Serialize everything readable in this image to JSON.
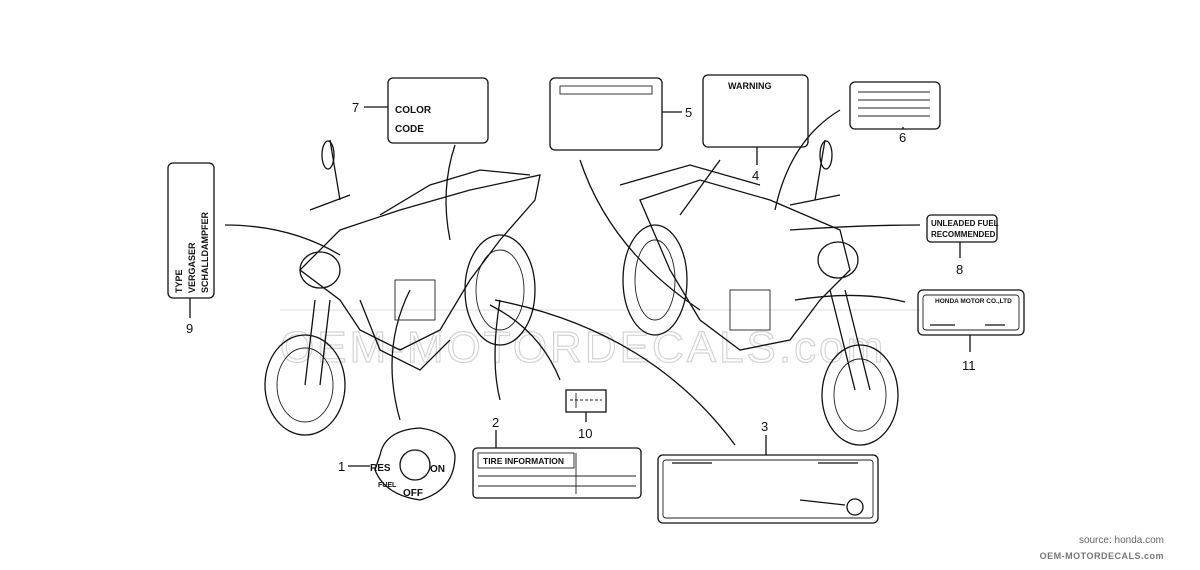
{
  "watermark": "OEM-MOTORDECALS.com",
  "source": "source: honda.com",
  "footer_brand": "OEM-MOTORDECALS.com",
  "callouts": {
    "n1": "1",
    "n2": "2",
    "n3": "3",
    "n4": "4",
    "n5": "5",
    "n6": "6",
    "n7": "7",
    "n8": "8",
    "n9": "9",
    "n10": "10",
    "n11": "11"
  },
  "labels": {
    "fuel_knob": {
      "res": "RES",
      "on": "ON",
      "fuel": "FUEL",
      "off": "OFF"
    },
    "tire": {
      "title": "TIRE INFORMATION"
    },
    "color": {
      "line1": "COLOR",
      "line2": "CODE"
    },
    "type": {
      "line1": "TYPE",
      "line2": "VERGASER",
      "line3": "SCHALLDAMPFER"
    },
    "warning": {
      "title": "WARNING"
    },
    "fuel": {
      "line1": "UNLEADED FUEL",
      "line2": "RECOMMENDED"
    },
    "honda": {
      "title": "HONDA MOTOR CO.,LTD"
    }
  }
}
